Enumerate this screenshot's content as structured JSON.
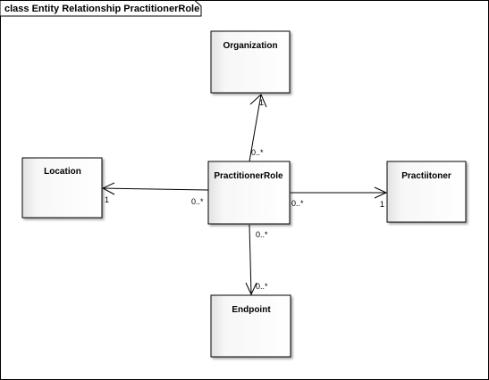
{
  "diagram": {
    "title": "class Entity Relationship PractitionerRole",
    "classes": {
      "organization": "Organization",
      "location": "Location",
      "practitioner_role": "PractitionerRole",
      "practitioner": "Practiitoner",
      "endpoint": "Endpoint"
    },
    "associations": [
      {
        "from": "PractitionerRole",
        "to": "Organization",
        "source_multiplicity": "0..*",
        "target_multiplicity": "1"
      },
      {
        "from": "PractitionerRole",
        "to": "Location",
        "source_multiplicity": "0..*",
        "target_multiplicity": "1"
      },
      {
        "from": "PractitionerRole",
        "to": "Practiitoner",
        "source_multiplicity": "0..*",
        "target_multiplicity": "1"
      },
      {
        "from": "PractitionerRole",
        "to": "Endpoint",
        "source_multiplicity": "0..*",
        "target_multiplicity": "0..*"
      }
    ]
  }
}
